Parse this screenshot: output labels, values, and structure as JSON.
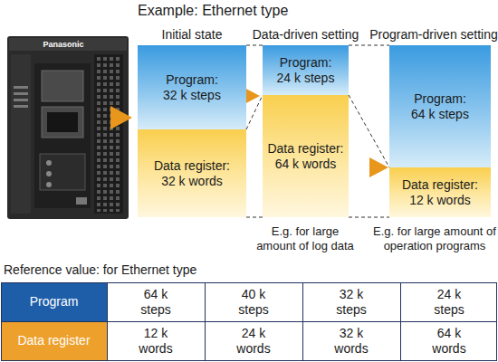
{
  "diagram": {
    "title": "Example: Ethernet type",
    "nodes": [
      {
        "text": [
          "Program: 32 k steps"
        ]
      },
      {
        "text": [
          "Data register: 32 k words"
        ]
      },
      {
        "text": [
          "Program: 24 k steps"
        ]
      },
      {
        "text": [
          "Data register: 64 k words"
        ]
      },
      {
        "text": [
          "Program: 64 k steps"
        ]
      },
      {
        "text": [
          "Data register: 12 k words"
        ]
      }
    ],
    "edges": [
      {
        "from": 0,
        "to": 2,
        "arrow": "none"
      },
      {
        "from": 1,
        "to": 3,
        "arrow": "none"
      },
      {
        "from": 2,
        "to": 4,
        "arrow": "none"
      },
      {
        "from": 3,
        "to": 5,
        "arrow": "none"
      }
    ],
    "labels": [
      "Panasonic",
      "Initial state",
      "Data-driven setting",
      "Program-driven setting",
      "E.g. for large amount of log data",
      "E.g. for large amount of operation programs",
      "Reference value: for Ethernet type",
      "Program",
      "64 k steps",
      "40 k steps",
      "32 k steps",
      "24 k steps",
      "Data register",
      "12 k words",
      "24 k words",
      "32 k words",
      "64 k words"
    ]
  }
}
